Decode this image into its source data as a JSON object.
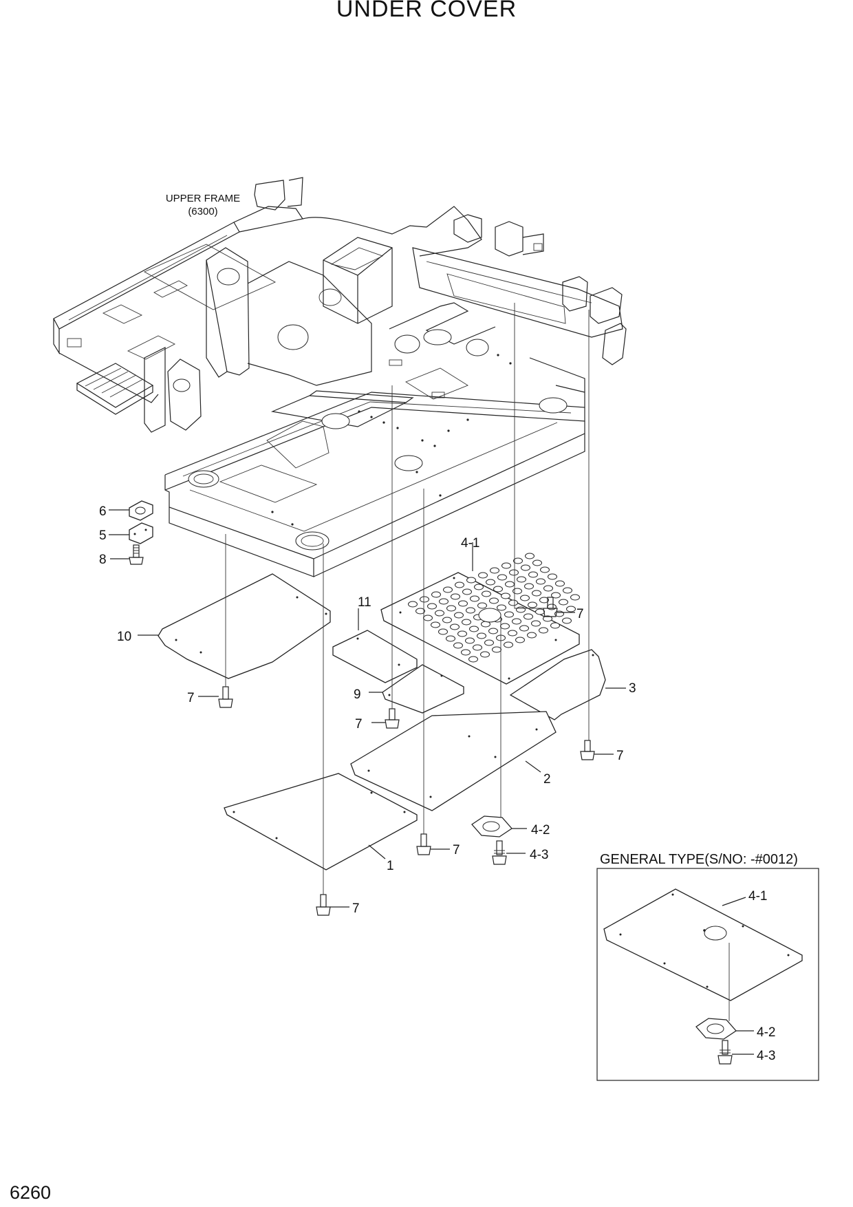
{
  "title": "UNDER COVER",
  "sheet_number": "6260",
  "upper_frame": {
    "name": "UPPER FRAME",
    "ref": "(6300)"
  },
  "general_type": {
    "caption": "GENERAL TYPE(S/NO: -#0012)",
    "callouts": [
      "4-1",
      "4-2",
      "4-3"
    ]
  },
  "callouts": {
    "c1": "1",
    "c2": "2",
    "c3": "3",
    "c4_1": "4-1",
    "c4_2": "4-2",
    "c4_3": "4-3",
    "c5": "5",
    "c6": "6",
    "c7": "7",
    "c8": "8",
    "c9": "9",
    "c10": "10",
    "c11": "11"
  }
}
